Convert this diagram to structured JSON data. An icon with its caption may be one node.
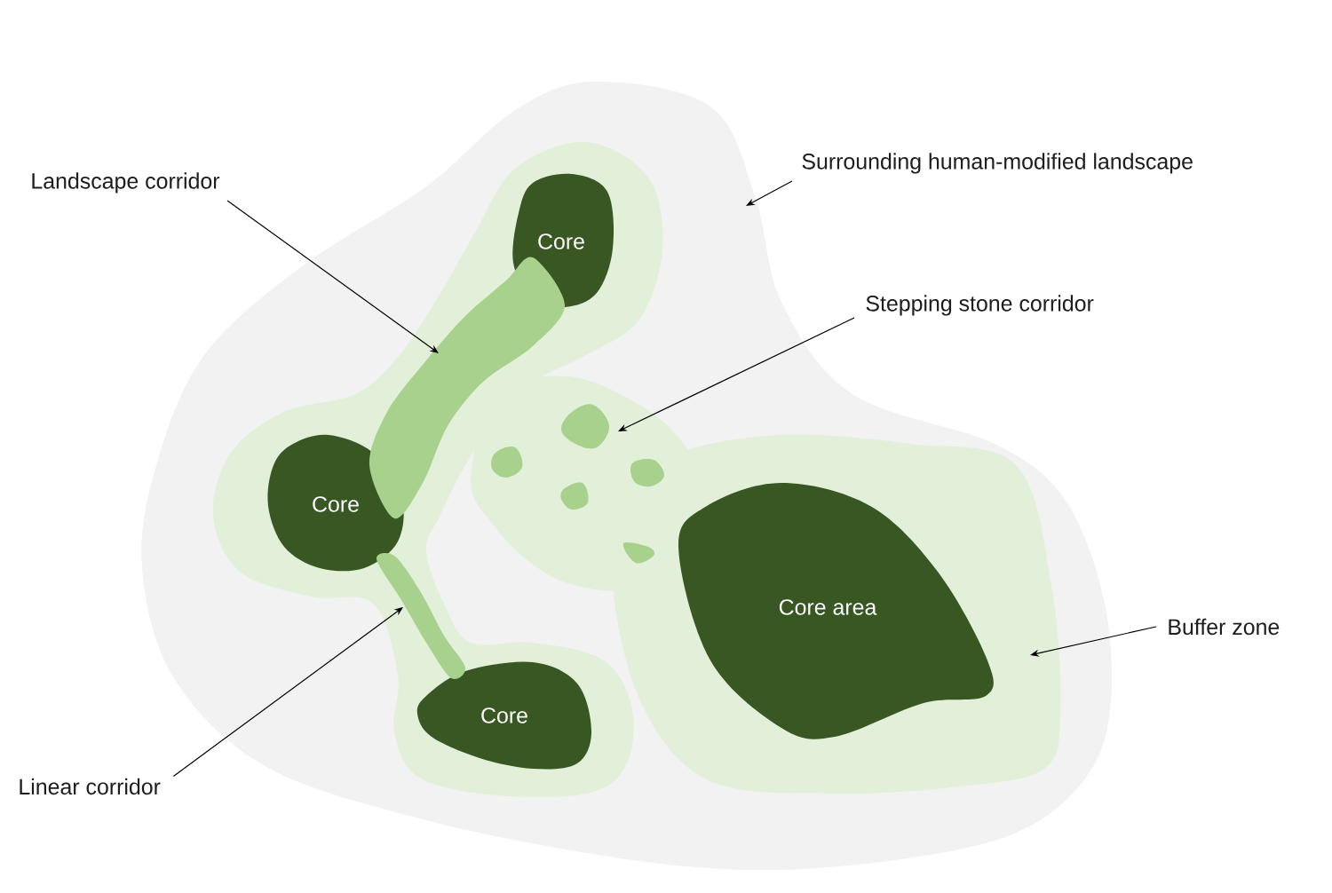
{
  "diagram": {
    "nodes": [
      {
        "text": [],
        "shape": "blob"
      },
      {
        "text": [],
        "shape": "blob",
        "in": 0
      },
      {
        "text": [
          "Core"
        ],
        "in": 1
      },
      {
        "text": [
          "Core"
        ],
        "in": 1
      },
      {
        "text": [
          "Core area"
        ],
        "in": 1
      },
      {
        "text": [
          "Core"
        ],
        "in": 1
      },
      {
        "text": [],
        "shape": "band",
        "in": 1
      },
      {
        "text": [],
        "shape": "patch",
        "in": 1
      },
      {
        "text": [],
        "shape": "band",
        "in": 1
      },
      {
        "text": [
          "Surrounding human-modified landscape"
        ]
      },
      {
        "text": [
          "Landscape corridor"
        ]
      },
      {
        "text": [
          "Stepping stone corridor"
        ]
      },
      {
        "text": [
          "Buffer zone"
        ]
      },
      {
        "text": [
          "Linear corridor"
        ]
      }
    ],
    "edges": [
      {
        "from": 9,
        "to": 0,
        "arrow": "to"
      },
      {
        "from": 10,
        "to": 6,
        "arrow": "to"
      },
      {
        "from": 11,
        "to": 7,
        "arrow": "to"
      },
      {
        "from": 12,
        "to": 1,
        "arrow": "to"
      },
      {
        "from": 13,
        "to": 8,
        "arrow": "to"
      }
    ]
  }
}
